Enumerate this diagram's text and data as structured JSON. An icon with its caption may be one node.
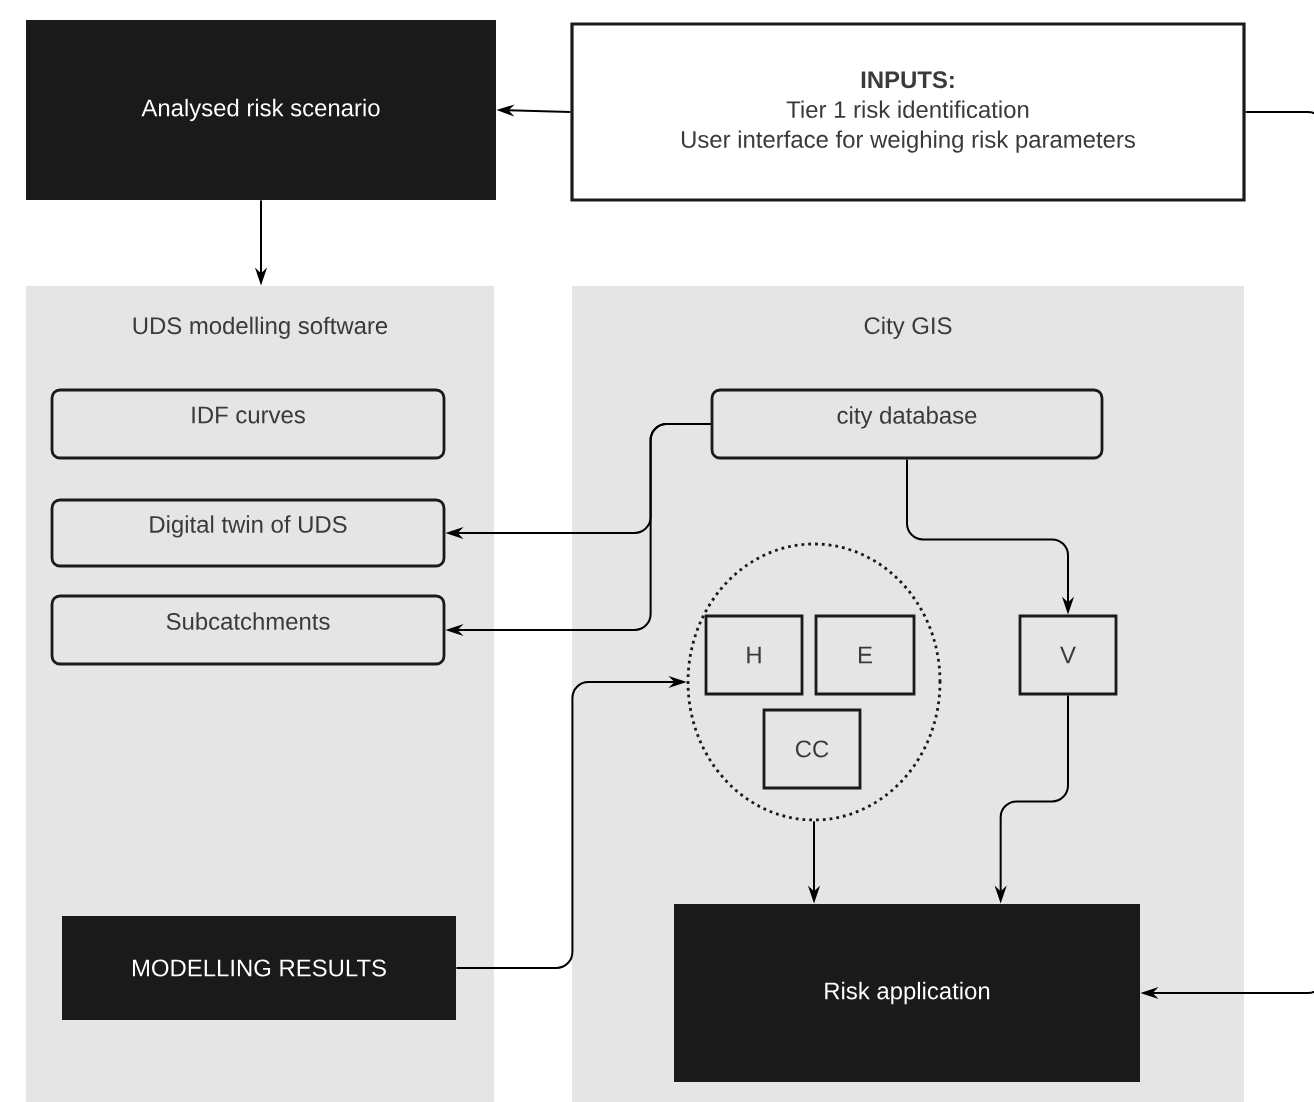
{
  "diagram": {
    "nodes": [
      {
        "text": [
          "Analysed risk scenario"
        ]
      },
      {
        "text": [
          "INPUTS:",
          "Tier 1 risk identification",
          "User interface for weighing risk parameters"
        ]
      },
      {
        "text": [
          "UDS modelling software"
        ]
      },
      {
        "text": [
          "City GIS"
        ]
      },
      {
        "text": [
          "IDF curves"
        ],
        "in": 2
      },
      {
        "text": [
          "Digital twin of UDS"
        ],
        "in": 2
      },
      {
        "text": [
          "Subcatchments"
        ],
        "in": 2
      },
      {
        "text": [
          "MODELLING RESULTS"
        ],
        "in": 2
      },
      {
        "text": [
          "city database"
        ],
        "in": 3
      },
      {
        "text": [],
        "shape": "circle",
        "in": 3
      },
      {
        "text": [
          "H"
        ],
        "in": 9
      },
      {
        "text": [
          "E"
        ],
        "in": 9
      },
      {
        "text": [
          "CC"
        ],
        "in": 9
      },
      {
        "text": [
          "V"
        ],
        "in": 3
      },
      {
        "text": [
          "Risk application"
        ],
        "in": 3
      }
    ],
    "edges": [
      {
        "from": 1,
        "to": 0,
        "arrow": "to"
      },
      {
        "from": 0,
        "to": 2,
        "arrow": "to"
      },
      {
        "from": 8,
        "to": 5,
        "arrow": "to"
      },
      {
        "from": 8,
        "to": 6,
        "arrow": "to"
      },
      {
        "from": 8,
        "to": 13,
        "arrow": "to"
      },
      {
        "from": 7,
        "to": 9,
        "arrow": "to"
      },
      {
        "from": 9,
        "to": 14,
        "arrow": "to"
      },
      {
        "from": 13,
        "to": 14,
        "arrow": "to"
      },
      {
        "from": 1,
        "to": 14,
        "arrow": "to"
      }
    ]
  }
}
